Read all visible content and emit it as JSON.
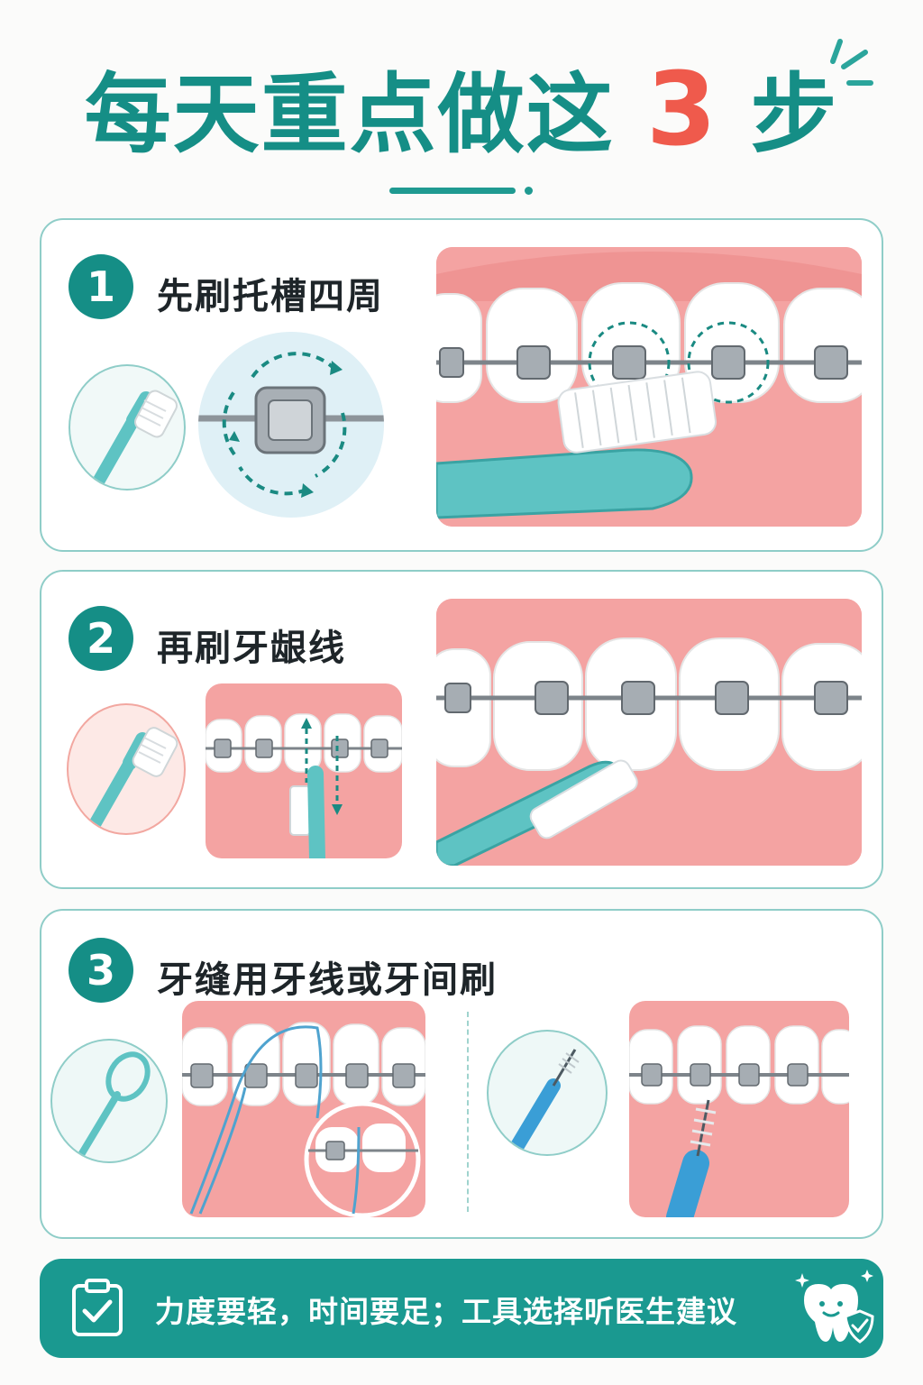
{
  "header": {
    "title_prefix": "每天重点做这",
    "title_number": "3",
    "title_suffix": "步"
  },
  "steps": [
    {
      "number": "1",
      "title": "先刷托槽四周"
    },
    {
      "number": "2",
      "title": "再刷牙龈线"
    },
    {
      "number": "3",
      "title": "牙缝用牙线或牙间刷"
    }
  ],
  "footer": {
    "tip": "力度要轻，时间要足；工具选择听医生建议"
  },
  "icons": {
    "title_deco": "sparkle-lines-icon",
    "clipboard": "clipboard-check-icon",
    "tooth": "smiling-tooth-shield-icon"
  },
  "colors": {
    "teal": "#158e86",
    "accent_red": "#ef5a4c",
    "gum": "#f2a0a0",
    "brush": "#5ec3c3",
    "footer_bg": "#1a9990"
  }
}
